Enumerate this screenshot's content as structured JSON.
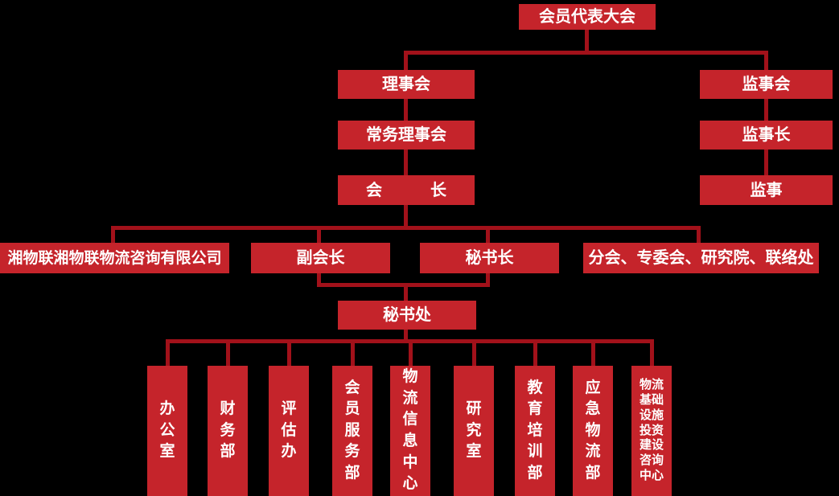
{
  "colors": {
    "background": "#000000",
    "box_fill": "#C5242B",
    "connector_line": "#A2111A",
    "text": "#FFFFFF"
  },
  "nodes": {
    "member_assembly": "会员代表大会",
    "council": "理事会",
    "supervisory_board": "监事会",
    "standing_council": "常务理事会",
    "chief_supervisor": "监事长",
    "president": "会　　　长",
    "supervisor": "监事",
    "consulting_company": "湘物联湘物联物流咨询有限公司",
    "vice_president": "副会长",
    "secretary_general": "秘书长",
    "branches": "分会、专委会、研究院、联络处",
    "secretariat": "秘书处",
    "departments": [
      "办公室",
      "财务部",
      "评估办",
      "会员服务部",
      "物流信息中心",
      "研究室",
      "教育培训部",
      "应急物流部",
      "物流基础设施投资建设咨询中心"
    ]
  },
  "hierarchy": [
    {
      "from": "会员代表大会",
      "to": [
        "理事会",
        "监事会"
      ]
    },
    {
      "from": "理事会",
      "to": [
        "常务理事会"
      ]
    },
    {
      "from": "常务理事会",
      "to": [
        "会长"
      ]
    },
    {
      "from": "监事会",
      "to": [
        "监事长"
      ]
    },
    {
      "from": "监事长",
      "to": [
        "监事"
      ]
    },
    {
      "from": "会长",
      "to": [
        "湘物联湘物联物流咨询有限公司",
        "副会长",
        "秘书长",
        "分会、专委会、研究院、联络处"
      ]
    },
    {
      "from": "副会长、秘书长",
      "to": [
        "秘书处"
      ]
    },
    {
      "from": "秘书处",
      "to": [
        "办公室",
        "财务部",
        "评估办",
        "会员服务部",
        "物流信息中心",
        "研究室",
        "教育培训部",
        "应急物流部",
        "物流基础设施投资建设咨询中心"
      ]
    }
  ]
}
